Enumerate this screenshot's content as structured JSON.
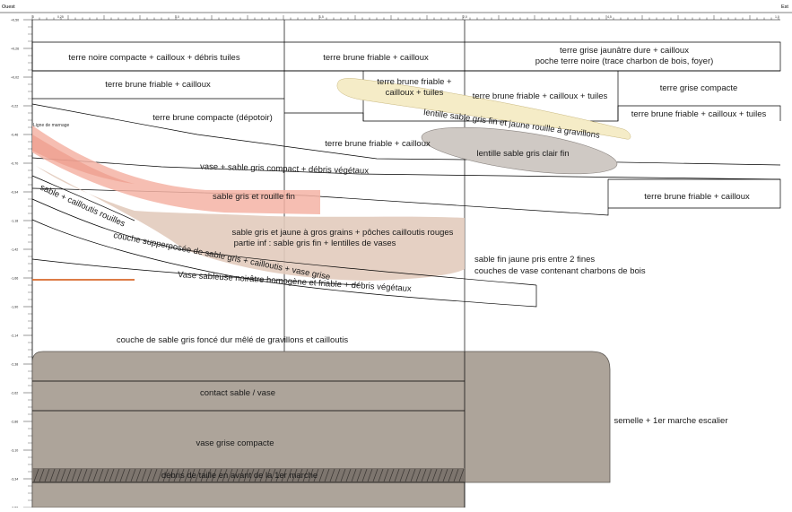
{
  "header": {
    "west": "Ouest",
    "east": "Est"
  },
  "top_scale": [
    "0",
    "0,25",
    "1,0",
    "1,5",
    "2,0",
    "4,5",
    "1,0"
  ],
  "depth_scale": [
    "+0,50",
    "+0,26",
    "+0,02",
    "-0,22",
    "-0,46",
    "-0,70",
    "-0,94",
    "-1,18",
    "-1,42",
    "-1,66",
    "-1,90",
    "-2,14",
    "-2,38",
    "-2,62",
    "-2,86",
    "-3,10",
    "-3,34",
    "-3,58"
  ],
  "marker": "Ligne de marnage",
  "layers": {
    "terre_noire": "terre noire compacte + cailloux + débris tuiles",
    "terre_brune_top": "terre brune friable + cailloux",
    "terre_grise_1": "terre grise jaunâtre dure + cailloux",
    "terre_grise_2": "poche terre noire (trace charbon de bois, foyer)",
    "terre_brune_left": "terre brune friable + cailloux",
    "terre_brune_mid_1": "terre brune friable +",
    "terre_brune_mid_2": "cailloux + tuiles",
    "terre_brune_right": "terre brune friable + cailloux + tuiles",
    "terre_grise_compacte": "terre grise compacte",
    "terre_brune_far_right": "terre brune friable + cailloux + tuiles",
    "terre_brune_compacte": "terre brune compacte (dépotoir)",
    "lentille_jaune": "lentille sable gris fin et jaune rouille à gravillons",
    "terre_brune_center": "terre brune friable + cailloux",
    "lentille_gris": "lentille sable gris clair fin",
    "vase_sable": "vase + sable gris compact + débris végétaux",
    "terre_brune_lower_right": "terre brune friable + cailloux",
    "sable_cailloutis": "sable + cailloutis rouilles",
    "sable_rouille": "sable gris et rouille fin",
    "sable_jaune_1": "sable gris et jaune à gros grains + pôches cailloutis rouges",
    "sable_jaune_2": "partie inf : sable gris fin + lentilles de vases",
    "couche_superposee": "couche supperposée de sable gris + cailloutis + vase grise",
    "sable_fin_1": "sable fin jaune pris entre 2 fines",
    "sable_fin_2": "couches de vase contenant charbons de bois",
    "vase_sableuse": "Vase sableuse noirâtre homogène et friable + débris végétaux",
    "couche_sable_gris": "couche de sable gris foncé dur mêlé de gravillons et cailloutis",
    "contact": "contact sable / vase",
    "semelle": "semelle + 1er marche escalier",
    "vase_grise": "vase grise compacte",
    "debris": "débris de taille en avant de la 1er marche"
  },
  "colors": {
    "stone": "#ada49a",
    "pink": "#f4b3a5",
    "sand": "#e2cbbd",
    "lens_yellow": "#f5ecc7",
    "lens_grey": "#cfc9c4",
    "orange_line": "#d86a2c"
  }
}
